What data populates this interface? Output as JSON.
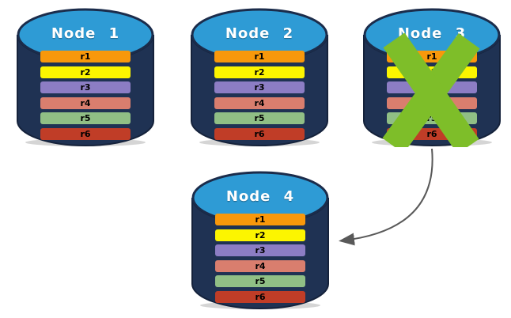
{
  "palette": {
    "cylinder_body": "#1F3253",
    "cylinder_outline": "#15223B",
    "cylinder_top": "#2E9BD5",
    "cylinder_top_outline": "#1B2C4B",
    "row_r1": "#F8980B",
    "row_r2": "#FCF500",
    "row_r3": "#8C7DC4",
    "row_r4": "#D97E6E",
    "row_r5": "#90BF85",
    "row_r6": "#C03D27",
    "cross": "#7EBE29",
    "arrow": "#595959"
  },
  "nodes": [
    {
      "title": "Node 1",
      "rows": [
        "r1",
        "r2",
        "r3",
        "r4",
        "r5",
        "r6"
      ],
      "crossed_out": false
    },
    {
      "title": "Node 2",
      "rows": [
        "r1",
        "r2",
        "r3",
        "r4",
        "r5",
        "r6"
      ],
      "crossed_out": false
    },
    {
      "title": "Node 3",
      "rows": [
        "r1",
        "r2",
        "r3",
        "r4",
        "r5",
        "r6"
      ],
      "crossed_out": true
    },
    {
      "title": "Node 4",
      "rows": [
        "r1",
        "r2",
        "r3",
        "r4",
        "r5",
        "r6"
      ],
      "crossed_out": false
    }
  ],
  "annotations": {
    "cross_icon": "x-icon",
    "arrow": {
      "from": "Node 3",
      "to": "Node 4"
    }
  }
}
